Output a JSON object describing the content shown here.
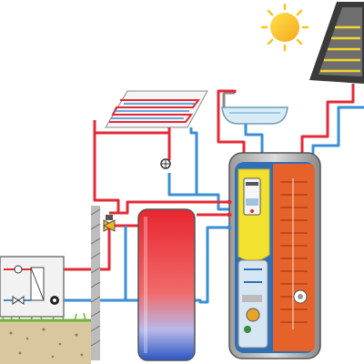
{
  "diagram": {
    "colors": {
      "hot_pipe": "#e32a35",
      "cold_pipe": "#3b8fd4",
      "main_tank_yellow": "#f2e12e",
      "main_tank_blue": "#2f6fb5",
      "main_tank_orange": "#e5622a",
      "sun": "#f7c51e",
      "ground": "#d9c7a0",
      "grass": "#6fb33a",
      "wall": "#8c8c8c"
    },
    "components": [
      {
        "id": "sun",
        "icon": "sun-icon"
      },
      {
        "id": "solar-collector",
        "icon": "solar-panel-icon"
      },
      {
        "id": "floor-heating",
        "icon": "underfloor-heating-coil-icon"
      },
      {
        "id": "washbasin",
        "icon": "sink-icon"
      },
      {
        "id": "buffer-tank",
        "icon": "tank-icon"
      },
      {
        "id": "main-boiler",
        "icon": "boiler-icon"
      },
      {
        "id": "heat-pump",
        "icon": "heat-pump-icon"
      },
      {
        "id": "control-panel",
        "icon": "control-panel-icon"
      },
      {
        "id": "mixing-valve",
        "icon": "valve-icon"
      },
      {
        "id": "circulation-pump",
        "icon": "pump-icon"
      }
    ]
  }
}
